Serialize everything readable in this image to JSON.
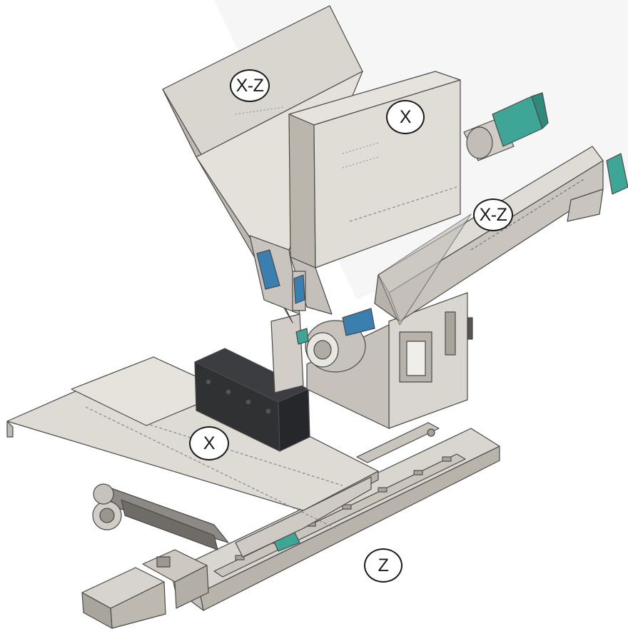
{
  "labels": {
    "xz_upper": "X-Z",
    "x_upper": "X",
    "xz_right": "X-Z",
    "x_middle": "X",
    "z_bottom": "Z"
  },
  "colors": {
    "body_light": "#e3e0da",
    "body_mid": "#cfcbc4",
    "body_shadow": "#b5b0a8",
    "outline": "#4a4a4a",
    "accent_teal": "#3fa596",
    "accent_blue": "#3b7fb0",
    "block_dark": "#2f3133"
  }
}
